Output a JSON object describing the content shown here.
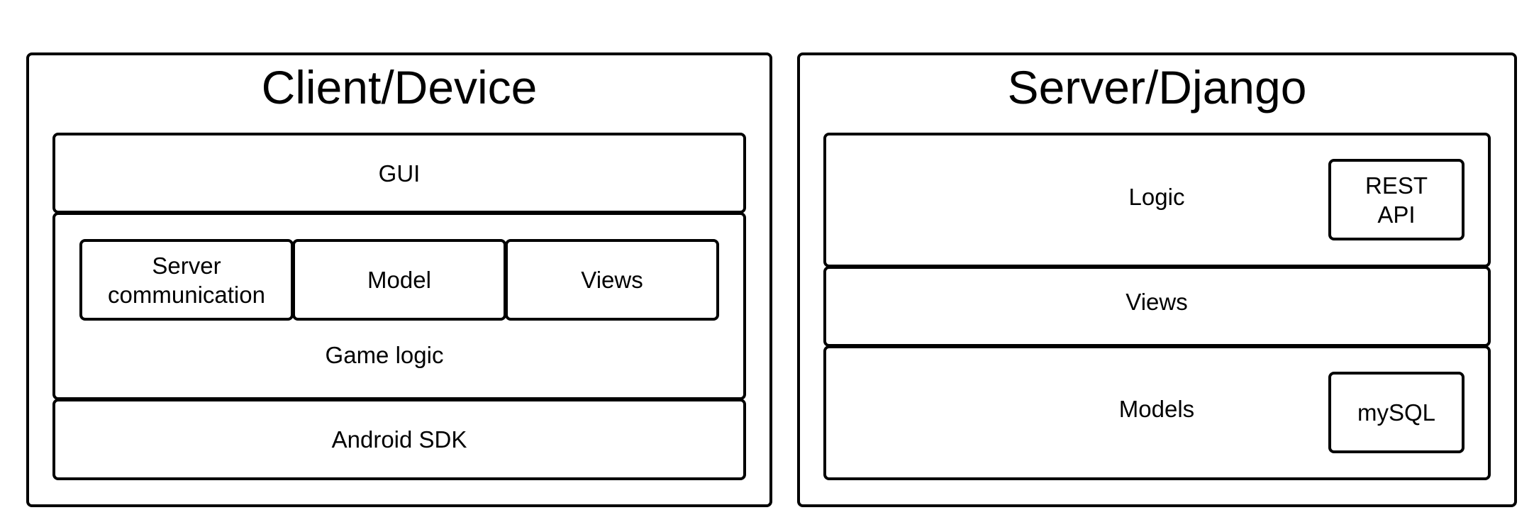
{
  "client": {
    "title": "Client/Device",
    "gui": "GUI",
    "server_communication": "Server\ncommunication",
    "model": "Model",
    "views": "Views",
    "game_logic": "Game logic",
    "android_sdk": "Android SDK"
  },
  "server": {
    "title": "Server/Django",
    "logic": "Logic",
    "rest_api": "REST\nAPI",
    "views": "Views",
    "models": "Models",
    "mysql": "mySQL"
  }
}
